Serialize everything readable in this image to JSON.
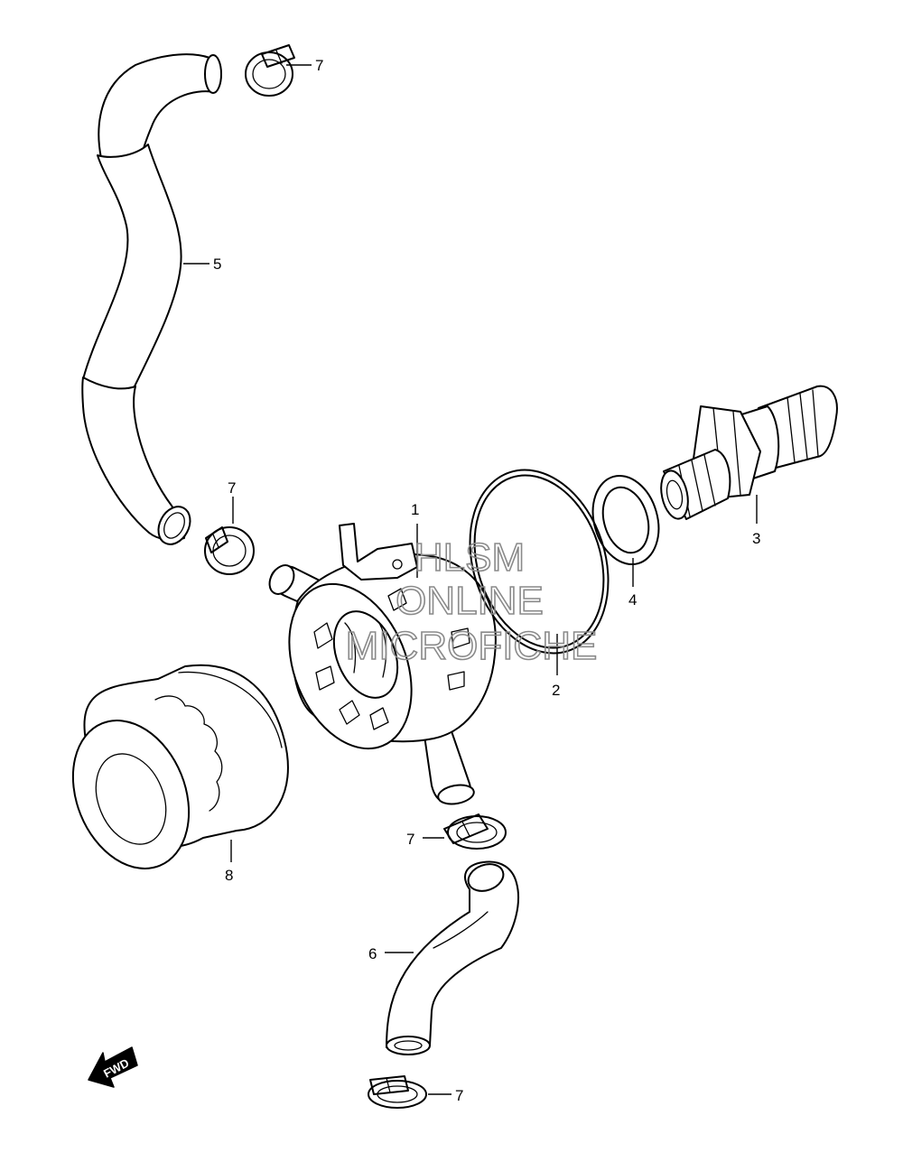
{
  "callouts": {
    "p1": "1",
    "p2": "2",
    "p3": "3",
    "p4": "4",
    "p5": "5",
    "p6": "6",
    "p7a": "7",
    "p7b": "7",
    "p7c": "7",
    "p7d": "7",
    "p8": "8"
  },
  "watermark": {
    "line1": "HLSM",
    "line2": "ONLINE",
    "line3": "MICROFICHE"
  },
  "fwd_label": "FWD"
}
